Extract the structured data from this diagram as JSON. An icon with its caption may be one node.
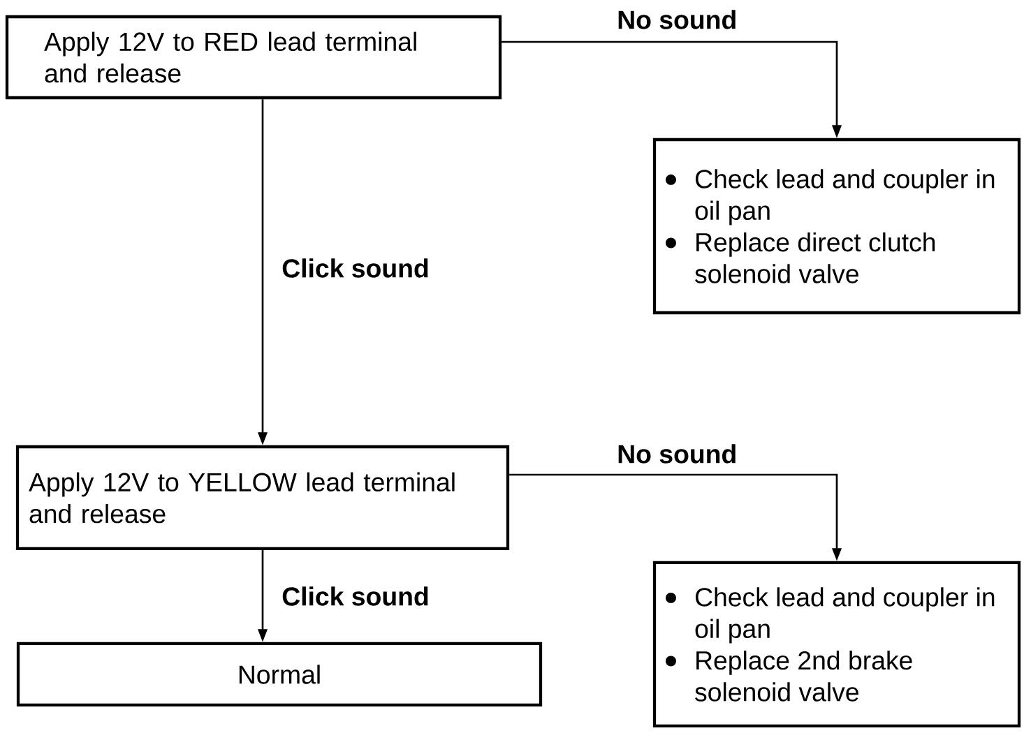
{
  "diagram": {
    "nodes": [
      {
        "text": [
          "Apply 12V to RED lead terminal and release"
        ]
      },
      {
        "text": [
          "Check lead and coupler in oil pan",
          "Replace direct clutch solenoid valve"
        ]
      },
      {
        "text": [
          "Apply 12V to YELLOW lead terminal and release"
        ]
      },
      {
        "text": [
          "Check lead and coupler in oil pan",
          "Replace 2nd brake solenoid valve"
        ]
      },
      {
        "text": [
          "Normal"
        ]
      }
    ],
    "edges": [
      {
        "from": 0,
        "to": 1,
        "arrow": "to",
        "label": "No sound"
      },
      {
        "from": 0,
        "to": 2,
        "arrow": "to",
        "label": "Click sound"
      },
      {
        "from": 2,
        "to": 3,
        "arrow": "to",
        "label": "No sound"
      },
      {
        "from": 2,
        "to": 4,
        "arrow": "to",
        "label": "Click sound"
      }
    ]
  }
}
